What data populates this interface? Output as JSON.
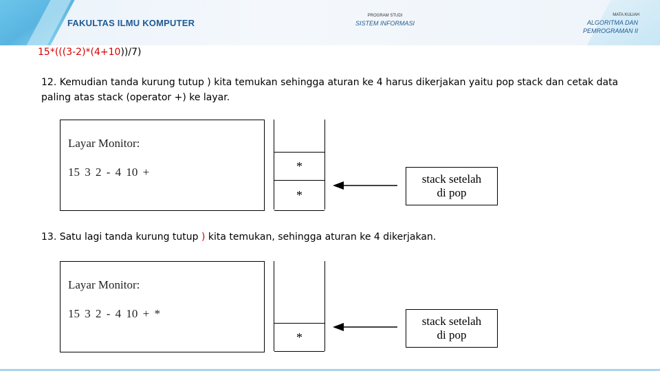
{
  "header": {
    "faculty": "FAKULTAS ILMU KOMPUTER",
    "program_label": "PROGRAM STUDI",
    "program_value": "SISTEM INFORMASI",
    "course_label": "MATA KULIAH",
    "course_value_line1": "ALGORITMA DAN",
    "course_value_line2": "PEMROGRAMAN II"
  },
  "expression": {
    "prefix": "15*(((3-2)*(4+10",
    "highlighted": "))",
    "suffix": "/7)"
  },
  "step12": {
    "text": "12. Kemudian tanda kurung tutup ) kita temukan sehingga aturan ke 4 harus dikerjakan yaitu pop stack dan cetak data paling atas stack (operator +) ke layar."
  },
  "step13": {
    "before": "13. Satu lagi tanda kurung tutup ",
    "highlighted": ")",
    "after": " kita temukan, sehingga aturan ke 4 dikerjakan."
  },
  "diagram1": {
    "monitor_title": "Layar Monitor:",
    "monitor_output": "15 3 2 - 4 10 +",
    "stack_cells": [
      "*",
      "*"
    ],
    "note_line1": "stack setelah",
    "note_line2": "di pop"
  },
  "diagram2": {
    "monitor_title": "Layar Monitor:",
    "monitor_output": "15 3 2 - 4 10 + *",
    "stack_cells": [
      "*"
    ],
    "note_line1": "stack setelah",
    "note_line2": "di pop"
  },
  "colors": {
    "brand_blue": "#1f5a93",
    "highlight_red": "#d40000"
  }
}
